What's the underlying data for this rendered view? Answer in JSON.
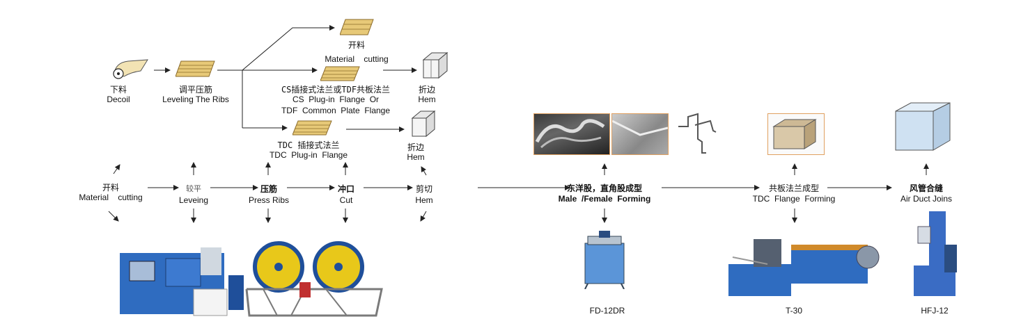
{
  "colors": {
    "arrow": "#222222",
    "machine_blue": "#2f6cc0",
    "machine_yellow": "#e8c81a",
    "photo_frame": "#e0a060",
    "sheet_gold": "#e7c978"
  },
  "top_flow": {
    "decoil": {
      "cn": "下料",
      "en": "Decoil"
    },
    "leveling": {
      "cn": "调平压筋",
      "en": "Leveling The Ribs"
    },
    "material_cutting": {
      "cn": "开料",
      "en": "Material    cutting"
    },
    "cs_flange": {
      "line1": "CS插接式法兰或TDF共板法兰",
      "line2": "CS  Plug-in  Flange  Or",
      "line3": "TDF  Common  Plate  Flange"
    },
    "hem_top": {
      "cn": "折边",
      "en": "Hem"
    },
    "tdc_flange": {
      "line1": "TDC 插接式法兰",
      "line2": "TDC  Plug-in  Flange"
    },
    "hem_bottom": {
      "cn": "折边",
      "en": "Hem"
    }
  },
  "process_row": {
    "material_cutting": {
      "cn": "开料",
      "en": "Material    cutting"
    },
    "leveling": {
      "cn": "较平",
      "en": "Leveing"
    },
    "press_ribs": {
      "cn": "压筋",
      "en": "Press Ribs"
    },
    "cut": {
      "cn": "冲口",
      "en": "Cut"
    },
    "hem": {
      "cn": "剪切",
      "en": "Hem"
    }
  },
  "right_flow": {
    "male_female": {
      "cn": "东洋股，直角股成型",
      "en": "Male  /Female  Forming"
    },
    "tdc_forming": {
      "cn": "共板法兰成型",
      "en": "TDC  Flange  Forming"
    },
    "air_duct": {
      "cn": "风管合缝",
      "en": "Air Duct Joins"
    }
  },
  "models": {
    "fd": "FD-12DR",
    "t30": "T-30",
    "hfj": "HFJ-12"
  },
  "icons": [
    "decoil-coil-icon",
    "sheet-icon",
    "duct-box-icon",
    "flange-profile-icon"
  ]
}
